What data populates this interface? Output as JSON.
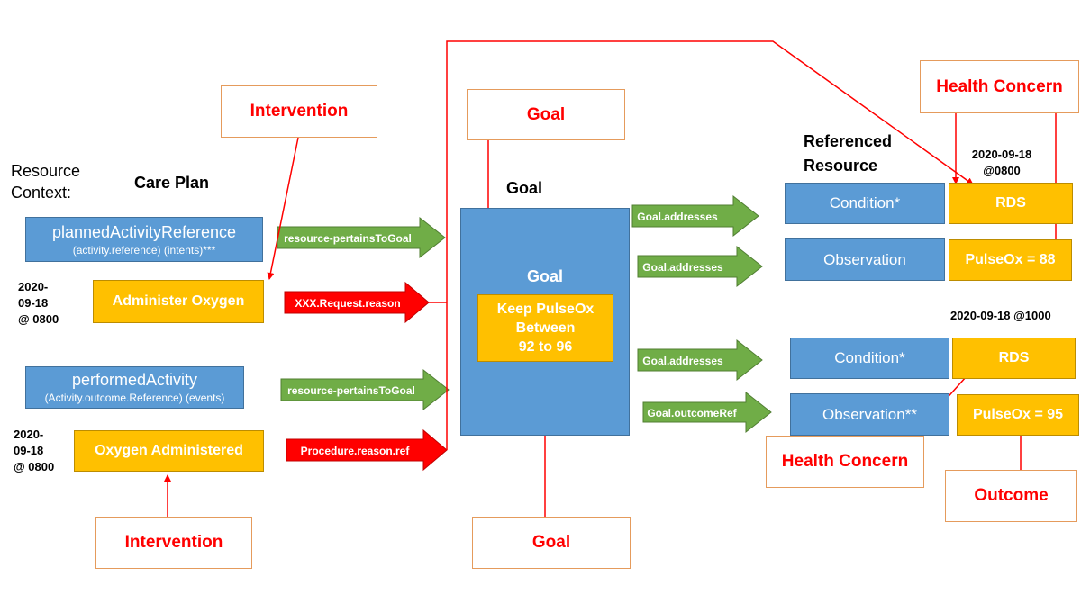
{
  "labels": {
    "resource_context_1": "Resource",
    "resource_context_2": "Context:",
    "care_plan": "Care Plan",
    "goal_heading": "Goal",
    "referenced_resource_1": "Referenced",
    "referenced_resource_2": "Resource"
  },
  "callouts": {
    "intervention_top": "Intervention",
    "intervention_bottom": "Intervention",
    "goal_top": "Goal",
    "goal_bottom": "Goal",
    "health_concern_top": "Health Concern",
    "health_concern_bottom": "Health Concern",
    "outcome": "Outcome"
  },
  "care_plan": {
    "planned_activity": {
      "title": "plannedActivityReference",
      "sub": "(activity.reference) (intents)***"
    },
    "performed_activity": {
      "title": "performedActivity",
      "sub": "(Activity.outcome.Reference) (events)"
    },
    "administer_oxygen": "Administer Oxygen",
    "oxygen_administered": "Oxygen Administered",
    "date_1": [
      "2020-",
      "09-18",
      "@ 0800"
    ],
    "date_2": [
      "2020-",
      "09-18",
      "@ 0800"
    ]
  },
  "arrows": {
    "planned_pertains": "resource-pertainsToGoal",
    "request_reason": "XXX.Request.reason",
    "performed_pertains": "resource-pertainsToGoal",
    "procedure_reason": "Procedure.reason.ref",
    "addresses_1": "Goal.addresses",
    "addresses_2": "Goal.addresses",
    "addresses_3": "Goal.addresses",
    "outcome_ref": "Goal.outcomeRef"
  },
  "goal": {
    "container_label": "Goal",
    "value_lines": [
      "Keep PulseOx",
      "Between",
      "92 to 96"
    ]
  },
  "referenced": {
    "date_top": [
      "2020-09-18",
      "@0800"
    ],
    "date_bottom": "2020-09-18 @1000",
    "condition_1": "Condition*",
    "rds_1": "RDS",
    "observation_1": "Observation",
    "pulseox_1": "PulseOx = 88",
    "condition_2": "Condition*",
    "rds_2": "RDS",
    "observation_2": "Observation**",
    "pulseox_2": "PulseOx = 95"
  },
  "colors": {
    "blue": "#5b9bd5",
    "gold": "#ffc000",
    "green_arrow": "#70ad47",
    "red_arrow": "#ff0000",
    "callout_border": "#e59b5c"
  }
}
